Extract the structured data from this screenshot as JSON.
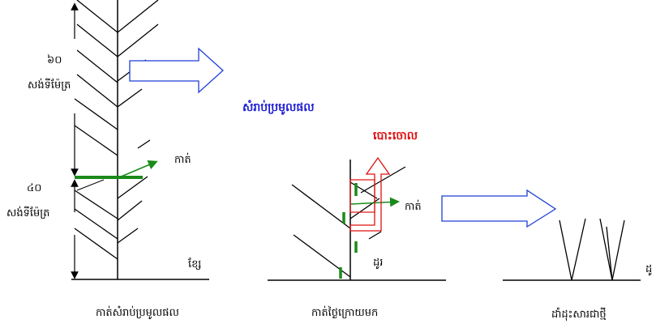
{
  "colors": {
    "line": "#000000",
    "cut_marker": "#1a8a1a",
    "big_arrow": "#1f3fd6",
    "discard": "#e01010",
    "title": "#1f1fd6"
  },
  "labels": {
    "height_top_value": "៦០",
    "height_top_unit": "សង់ទីម៉ែត្រ",
    "height_bottom_value": "៤០",
    "height_bottom_unit": "សង់ទីម៉ែត្រ",
    "cut_left": "កាត់",
    "stem_left": "ខ្សែ",
    "for_harvest": "សំរាប់ប្រមូលផល",
    "discard": "បោះចោល",
    "cut_middle": "កាត់",
    "stem_middle": "ដូរ",
    "stem_right": "ដូ",
    "caption_left": "កាត់សំរាប់ប្រមូលផល",
    "caption_middle": "កាត់ថ្ងៃក្រោយមក",
    "caption_right": "ដាំដុះសារជាថ្មី"
  }
}
